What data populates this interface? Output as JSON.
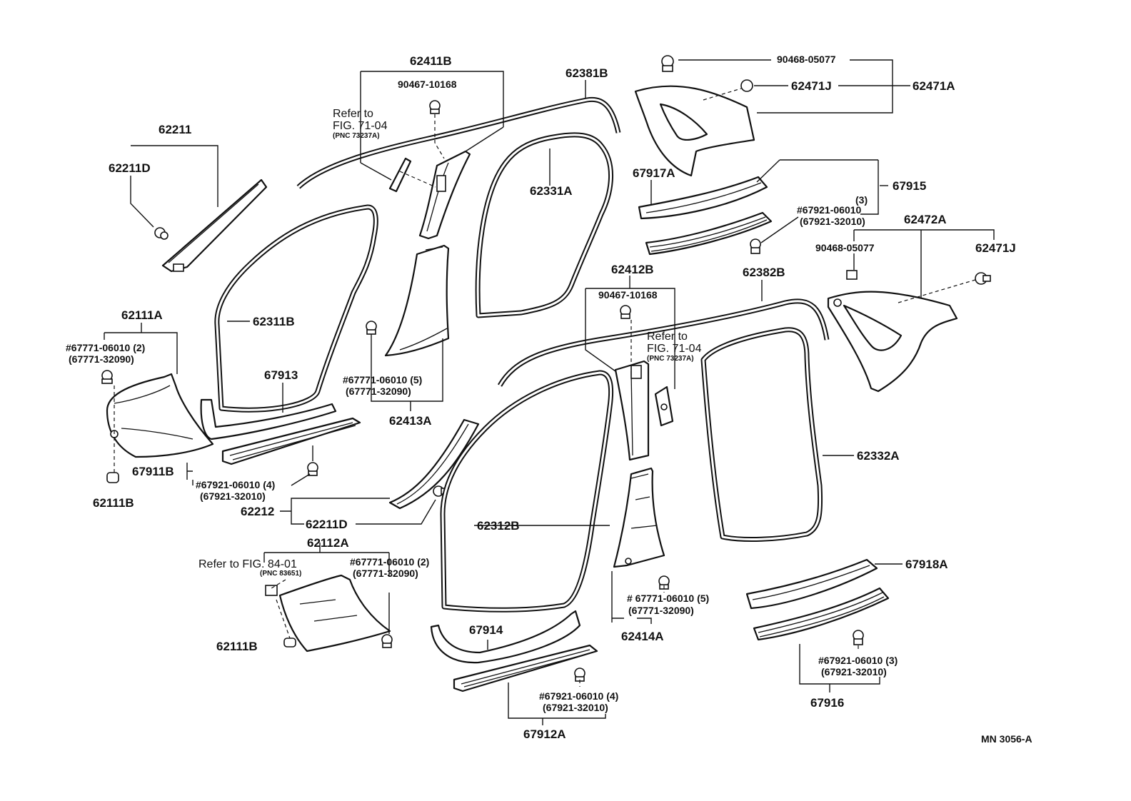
{
  "drawing_code": "MN  3056-A",
  "labels": {
    "p62411B": "62411B",
    "p90467_10168_a": "90467-10168",
    "p62381B": "62381B",
    "p90468_05077_a": "90468-05077",
    "p62471J_a": "62471J",
    "p62471A": "62471A",
    "p62211": "62211",
    "p62211D_a": "62211D",
    "p62331A": "62331A",
    "p67917A": "67917A",
    "p67915": "67915",
    "p67921_qty3_a": "(3)",
    "p67921_06010_a": "#67921-06010",
    "p67921_32010_a": "(67921-32010)",
    "p62472A": "62472A",
    "p90468_05077_b": "90468-05077",
    "p62471J_b": "62471J",
    "p62382B": "62382B",
    "p62412B": "62412B",
    "p90467_10168_b": "90467-10168",
    "p62111A": "62111A",
    "p67771_06010_2_a": "#67771-06010 (2)",
    "p67771_32090_a": "(67771-32090)",
    "p62311B": "62311B",
    "p67913": "67913",
    "p67771_06010_5_a": "#67771-06010 (5)",
    "p67771_32090_b": "(67771-32090)",
    "p62413A": "62413A",
    "p62332A": "62332A",
    "p67911B": "67911B",
    "p67921_06010_4_a": "#67921-06010 (4)",
    "p67921_32010_b": "(67921-32010)",
    "p62111B_a": "62111B",
    "p62212": "62212",
    "p62211D_b": "62211D",
    "p62312B": "62312B",
    "p62112A": "62112A",
    "p67771_06010_2_b": "#67771-06010 (2)",
    "p67771_32090_c": "(67771-32090)",
    "p67918A": "67918A",
    "p67771_06010_5_b": "# 67771-06010 (5)",
    "p67771_32090_d": "(67771-32090)",
    "p62414A": "62414A",
    "p62111B_b": "62111B",
    "p67914": "67914",
    "p67921_06010_3_b": "#67921-06010 (3)",
    "p67921_32010_c": "(67921-32010)",
    "p67916": "67916",
    "p67921_06010_4_b": "#67921-06010 (4)",
    "p67921_32010_d": "(67921-32010)",
    "p67912A": "67912A"
  },
  "references": {
    "ref_a_1": "Refer to",
    "ref_a_2": "FIG. 71-04",
    "ref_a_3": "(PNC 73237A)",
    "ref_b_1": "Refer to",
    "ref_b_2": "FIG. 71-04",
    "ref_b_3": "(PNC 73237A)",
    "ref_c_1": "Refer  to  FIG. 84-01",
    "ref_c_2": "(PNC  83651)"
  }
}
